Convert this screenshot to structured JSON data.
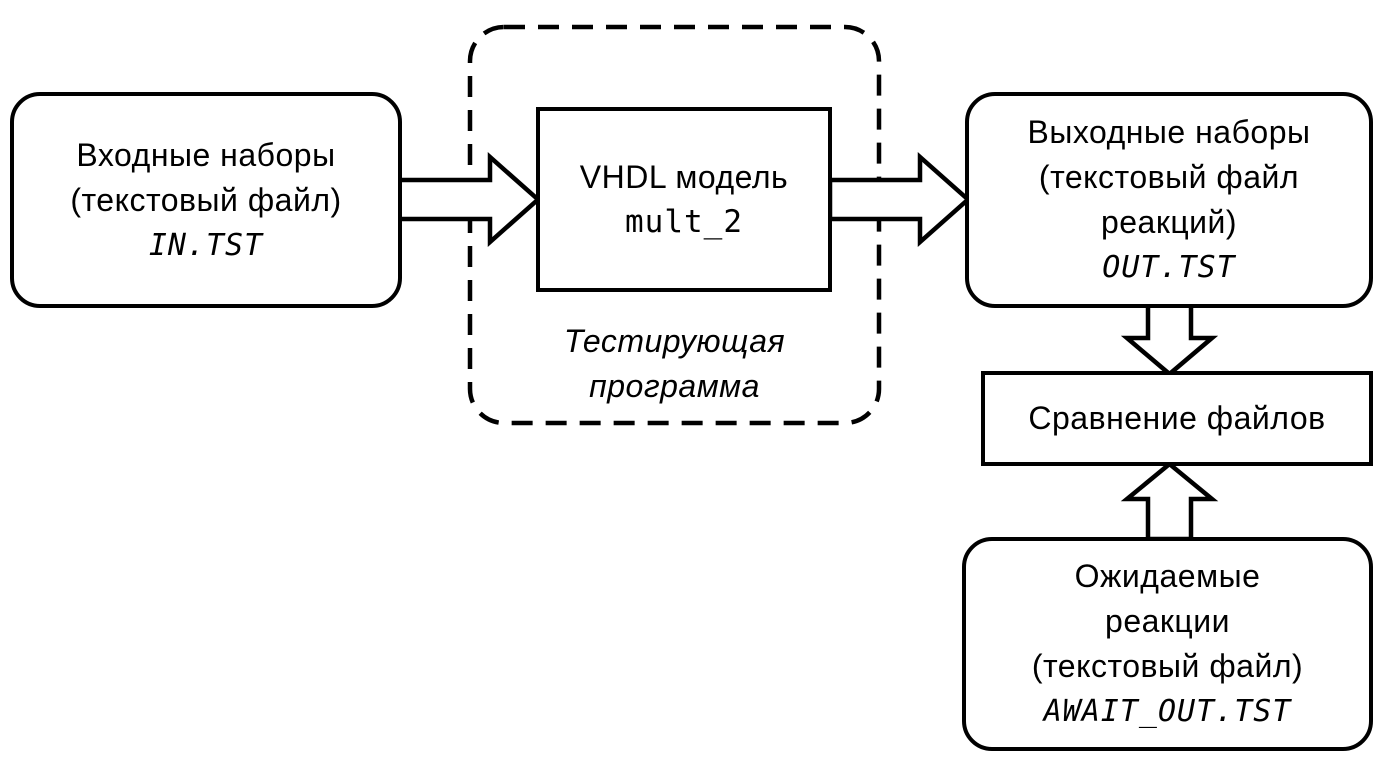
{
  "diagram": {
    "colors": {
      "stroke": "#000000",
      "background": "#ffffff",
      "node_fill": "#ffffff"
    },
    "input_node": {
      "line1": "Входные наборы",
      "line2": "(текстовый файл)",
      "file": "IN.TST"
    },
    "model_node": {
      "line1": "VHDL модель",
      "name": "mult_2"
    },
    "testing_program": {
      "line1": "Тестирующая",
      "line2": "программа"
    },
    "output_node": {
      "line1": "Выходные наборы",
      "line2": "(текстовый файл",
      "line3": "реакций)",
      "file": "OUT.TST"
    },
    "compare_node": {
      "label": "Сравнение файлов"
    },
    "expected_node": {
      "line1": "Ожидаемые",
      "line2": "реакции",
      "line3": "(текстовый файл)",
      "file": "AWAIT_OUT.TST"
    }
  }
}
